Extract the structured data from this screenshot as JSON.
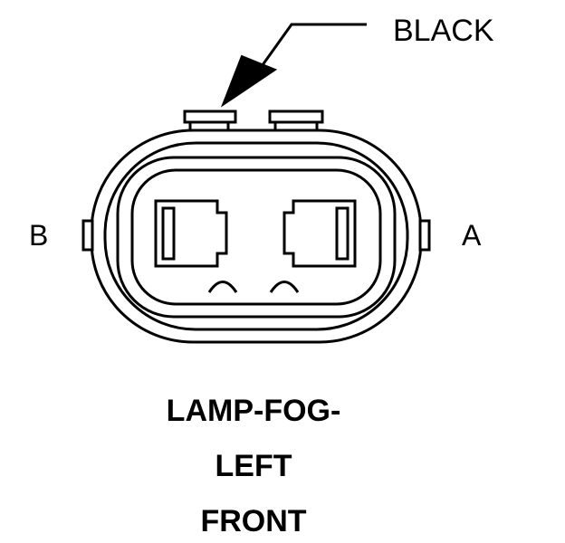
{
  "diagram": {
    "wire_color_label": "BLACK",
    "terminal_left_label": "B",
    "terminal_right_label": "A",
    "title_lines": [
      "LAMP-FOG-",
      "LEFT",
      "FRONT"
    ],
    "line_color": "#000000",
    "background": "#ffffff"
  }
}
